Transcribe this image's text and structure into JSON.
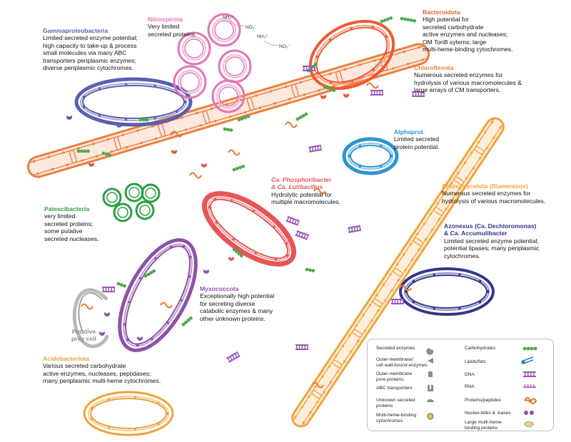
{
  "colors": {
    "gamma": "#5b5fb0",
    "nitro": "#e574b6",
    "bacteroidota": "#ee5a30",
    "chloroflexota": "#ec7f3f",
    "alphaprot": "#2e95cf",
    "patescibacteria": "#2e9e45",
    "phosphoribacter": "#e85557",
    "actino": "#f3a33b",
    "azonexus": "#33358c",
    "myxococcota": "#8e51a8",
    "prey": "#8a8a8a",
    "acidobacteriota": "#f0a23a"
  },
  "labels": {
    "gamma": {
      "title": "Gammaproteobacteria",
      "desc": "Limited secreted enzyme potential;\nhigh capacity to take-up & process\nsmall molecules via many ABC\ntransporters periplasmic enzymes;\ndiverse periplasmic cytochromes."
    },
    "nitro": {
      "title": "Nitrospirota",
      "desc": "Very limited\nsecreted proteins."
    },
    "bacteroidota": {
      "title": "Bacteroidota",
      "desc": "High potential for\nsecreted carbohydrate\nactive enzymes and nucleases;\nOM TonB sytems; large\nmulti-heme-binding cytochromes."
    },
    "chloroflexota": {
      "title": "Chloroflexota",
      "desc": "Numerous secreted enzymes for\nhydrolysis of various macromolecules &\nlarge arrays of CM transporters."
    },
    "alphaprot": {
      "title": "Alphaprot.",
      "desc": "Limited secreted\nprotein potential."
    },
    "patescibacteria": {
      "title": "Patescibacteria",
      "desc": "very limited\nsecreted proteins;\nsome putative\nsecreted nucleases."
    },
    "phosphoribacter": {
      "title": "Ca. Phosphoribacter\n& Ca. Lutibacillus",
      "desc": "Hydrolytic potential for\nmultiple macromolecules."
    },
    "actino": {
      "title": "Actinomycetota (filamentous)",
      "desc": "Numerous secreted enzymes for\nhydrolysis of various macromolecules."
    },
    "azonexus": {
      "title": "Azonexus (Ca. Dechloromonas)\n& Ca. Accumulibacter",
      "desc": "Limited secreted enzyme potential;\npotential lipases; many periplasmic\ncytochromes."
    },
    "myxococcota": {
      "title": "Myxococcota",
      "desc": "Exceptionally high potential\nfor secreting diverse\ncatabolic enzymes & many\nother unknown proteins."
    },
    "prey": {
      "title": "Putative\nprey cell"
    },
    "acidobacteriota": {
      "title": "Acidobacteriota",
      "desc": "Various secreted carbohydrate\nactive enzymes, nucleases, peptidases;\nmany periplasmic multi-heme cytochromes."
    }
  },
  "nitrogen_labels": {
    "nh4_a": "NH₄⁺",
    "no3_a": "NO₃⁻",
    "nh4_b": "NH₄⁺",
    "no3_b": "NO₃⁻"
  },
  "legend": {
    "left": [
      "Secreted enzymes",
      "Outer-membrane/\ncell wall-bound enzymes",
      "Outer-membrane\npore proteins",
      "ABC transporters",
      "Unknown secreted\nproteins",
      "Multi-heme-binding\ncytochromes"
    ],
    "right": [
      "Carbohydrates",
      "Lipids/fats",
      "DNA",
      "RNA",
      "Proteins/peptides",
      "Nucleo-tides & -bases",
      "Large multi-heme-\nbinding proteins"
    ]
  }
}
